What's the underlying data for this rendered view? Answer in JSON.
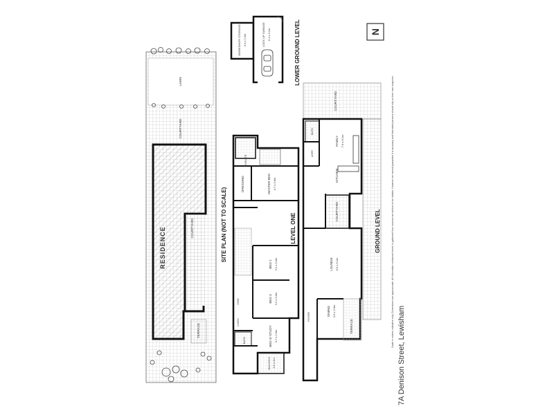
{
  "site_plan": {
    "title": "SITE PLAN (NOT TO SCALE)",
    "residence": "RESIDENCE",
    "courtyard_top": "COURTYARD",
    "courtyard_mid": "COURTYARD",
    "lawn": "LAWN",
    "terrace": "TERRACE"
  },
  "level_one": {
    "title": "LEVEL ONE",
    "master_bed": "MASTER BED",
    "master_bed_dim": "4.7 x 3.6m",
    "dressing": "DRESSING",
    "ensuite": "ENSUITE",
    "bed2": "BED 2",
    "bed2_dim": "3.2 x 3.0m",
    "bed3": "BED 3",
    "bed3_dim": "3.2 x 3.0m",
    "bed4": "BED 4/ STUDY",
    "bed4_dim": "3.7 x 2.9m",
    "void": "VOID",
    "bath": "BATH",
    "linen": "LINEN",
    "balcony": "BALCONY",
    "balcony_dim": "3.5 x 2m"
  },
  "lower_ground": {
    "title": "LOWER GROUND LEVEL",
    "workshop": "WORKSHOP/ STORAGE",
    "workshop_dim": "3.4 x 2.3m",
    "lockup": "LOCK UP GARAGE",
    "lockup_dim": "6.1 x 3.1m"
  },
  "ground": {
    "title": "GROUND LEVEL",
    "family": "FAMILY",
    "family_dim": "7.6 x 6.1m",
    "kitchen": "KITCHEN",
    "laundry": "LDRY",
    "bath": "BATH",
    "courtyard": "COURTYARD",
    "courtyard_top": "COURTYARD",
    "lounge": "LOUNGE",
    "lounge_dim": "6.6 x 5.1m",
    "dining": "DINING",
    "dining_dim": "3.6 x 2.9m",
    "foyer": "FOYER",
    "terrace": "TERRACE"
  },
  "address": "7A Denison Street, Lewisham",
  "disclaimer": "Scale in metres indicative only. Dimensions are approximate. All information contained herein is gathered from sources we believe to be reliable. However we cannot guarantee it is accuracy and interested persons should rely on their own enquiries.",
  "logo_text": "N",
  "colors": {
    "wall": "#111111",
    "grid": "#b8b8b8",
    "hatch": "#8a8a8a",
    "tree": "#444444"
  }
}
